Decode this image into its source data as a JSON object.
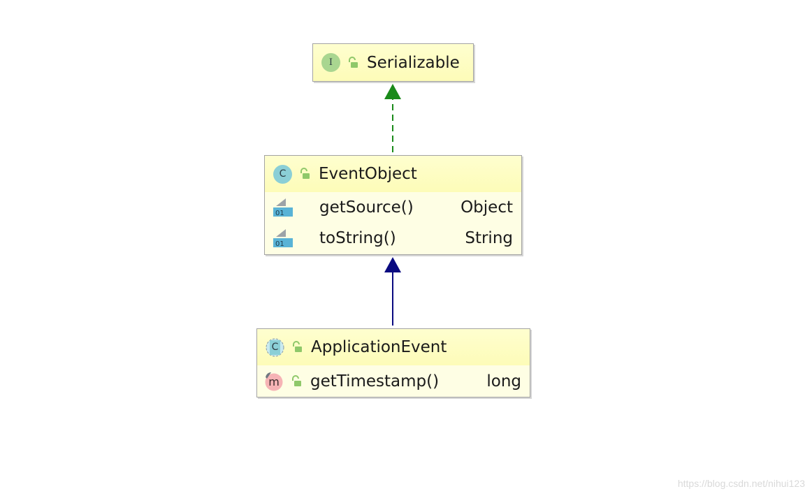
{
  "diagram": {
    "interface": {
      "badge": "I",
      "name": "Serializable"
    },
    "base_class": {
      "badge": "C",
      "name": "EventObject",
      "methods": [
        {
          "name": "getSource()",
          "type": "Object",
          "icon": "field-icon"
        },
        {
          "name": "toString()",
          "type": "String",
          "icon": "field-icon"
        }
      ]
    },
    "abstract_class": {
      "badge": "C",
      "name": "ApplicationEvent",
      "methods": [
        {
          "badge": "m",
          "name": "getTimestamp()",
          "type": "long",
          "icon": "method-icon"
        }
      ]
    },
    "colors": {
      "implements_arrow": "#1a8a1a",
      "extends_arrow": "#0a0a80",
      "box_fill": "#fefee4",
      "header_fill": "#fdfcb8"
    }
  },
  "watermark": "https://blog.csdn.net/nihui123"
}
